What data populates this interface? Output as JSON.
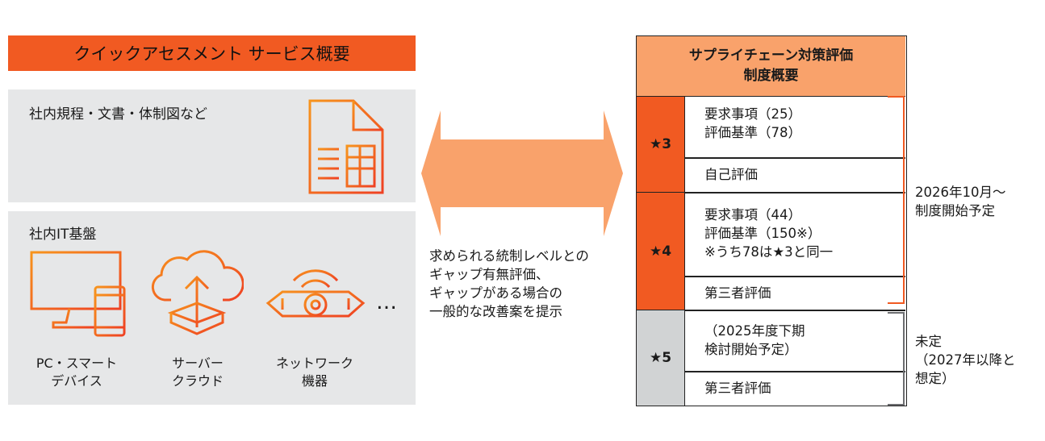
{
  "left": {
    "title": "クイックアセスメント サービス概要",
    "docs_panel": {
      "label": "社内規程・文書・体制図など",
      "icon": "document-icon"
    },
    "it_panel": {
      "label": "社内IT基盤",
      "devices": [
        {
          "icon": "pc-smart-device-icon",
          "label": "PC・スマート\nデバイス"
        },
        {
          "icon": "server-cloud-icon",
          "label": "サーバー\nクラウド"
        },
        {
          "icon": "network-device-icon",
          "label": "ネットワーク\n機器"
        }
      ],
      "more": "…"
    }
  },
  "middle": {
    "arrow_icon": "double-arrow-icon",
    "text": "求められる統制レベルとの\nギャップ有無評価、\nギャップがある場合の\n一般的な改善案を提示"
  },
  "right": {
    "header": "サプライチェーン対策評価\n制度概要",
    "rows": [
      {
        "star": "★3",
        "items": [
          "要求事項（25）\n評価基準（78）",
          "自己評価"
        ]
      },
      {
        "star": "★4",
        "items": [
          "要求事項（44）\n評価基準（150※）\n※うち78は★3と同一",
          "第三者評価"
        ]
      },
      {
        "star": "★5",
        "items": [
          "（2025年度下期\n検討開始予定）",
          "第三者評価"
        ]
      }
    ],
    "notes": [
      "2026年10月～\n制度開始予定",
      "未定\n（2027年以降と\n想定）"
    ]
  },
  "colors": {
    "brand_orange": "#f15a22",
    "light_orange": "#f9a26b",
    "gray_panel": "#e6e7e8",
    "star5_gray": "#d1d3d4"
  }
}
